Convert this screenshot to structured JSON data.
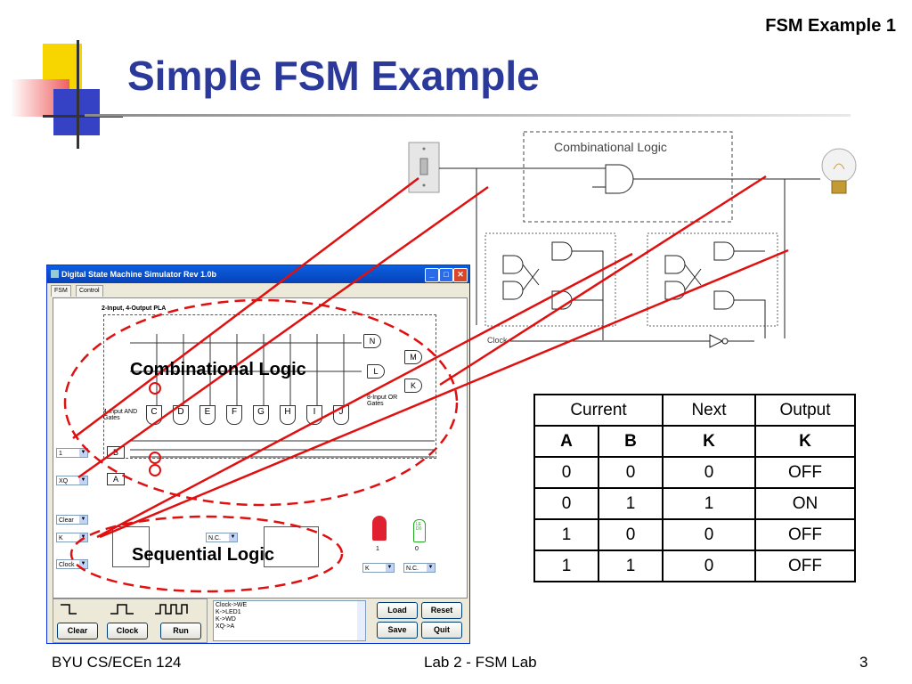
{
  "slide": {
    "header_label": "FSM Example 1",
    "title": "Simple FSM Example",
    "footer_left": "BYU CS/ECEn 124",
    "footer_center": "Lab 2 - FSM Lab",
    "page_number": "3"
  },
  "circuit": {
    "combinational_box_label": "Combinational Logic",
    "clock_label": "Clock"
  },
  "simulator": {
    "window_title": "Digital State Machine Simulator Rev 1.0b",
    "tabs": [
      "FSM",
      "Control"
    ],
    "pla_label": "2-Input, 4-Output PLA",
    "and_gates_label": "4-Input AND Gates",
    "or_gates_label": "8-Input OR Gates",
    "and_gate_letters": [
      "C",
      "D",
      "E",
      "F",
      "G",
      "H",
      "I",
      "J"
    ],
    "or_gate_letters": [
      "N",
      "M",
      "L",
      "K"
    ],
    "input_gates": [
      "B",
      "A"
    ],
    "left_selects": [
      "1",
      "XQ"
    ],
    "lower_selects": [
      "Clear",
      "K",
      "Clock"
    ],
    "ff_select": "N.C.",
    "led_labels": [
      "1",
      "0"
    ],
    "led_selects": [
      "K",
      "N.C."
    ],
    "led_vertical_label": "LED0",
    "wave_buttons": [
      "Clear",
      "Clock",
      "Run"
    ],
    "log_lines": [
      "Clock->WE",
      "K->LED1",
      "K->WD",
      "XQ->A"
    ],
    "right_buttons": [
      "Load",
      "Reset",
      "Save",
      "Quit"
    ],
    "minimize_glyph": "_",
    "maximize_glyph": "□",
    "close_glyph": "✕",
    "overlay_combinational": "Combinational Logic",
    "overlay_sequential": "Sequential Logic"
  },
  "truth_table": {
    "group_headers": [
      "Current",
      "Next",
      "Output"
    ],
    "sub_headers": [
      "A",
      "B",
      "K",
      "K"
    ],
    "rows": [
      [
        "0",
        "0",
        "0",
        "OFF"
      ],
      [
        "0",
        "1",
        "1",
        "ON"
      ],
      [
        "1",
        "0",
        "0",
        "OFF"
      ],
      [
        "1",
        "1",
        "0",
        "OFF"
      ]
    ]
  },
  "colors": {
    "title": "#2b3a9a",
    "annotation_red": "#e01010",
    "window_blue": "#0842b8"
  }
}
